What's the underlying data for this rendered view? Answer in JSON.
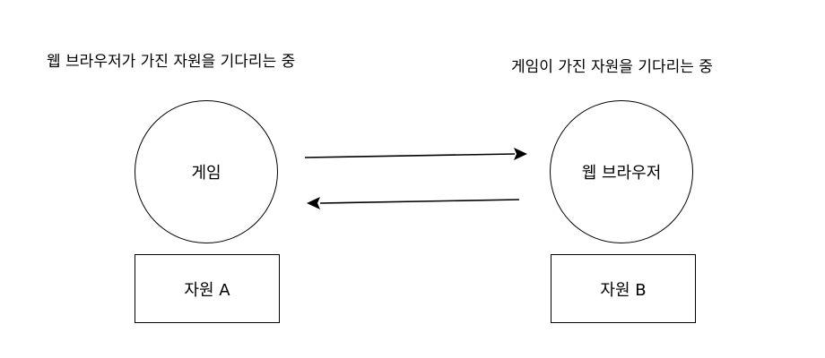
{
  "captions": {
    "left": "웹 브라우저가 가진 자원을 기다리는 중",
    "right": "게임이 가진 자원을 기다리는 중"
  },
  "nodes": {
    "game": "게임",
    "browser": "웹 브라우저"
  },
  "resources": {
    "a": "자원 A",
    "b": "자원 B"
  },
  "colors": {
    "stroke": "#000000",
    "background": "#ffffff"
  }
}
